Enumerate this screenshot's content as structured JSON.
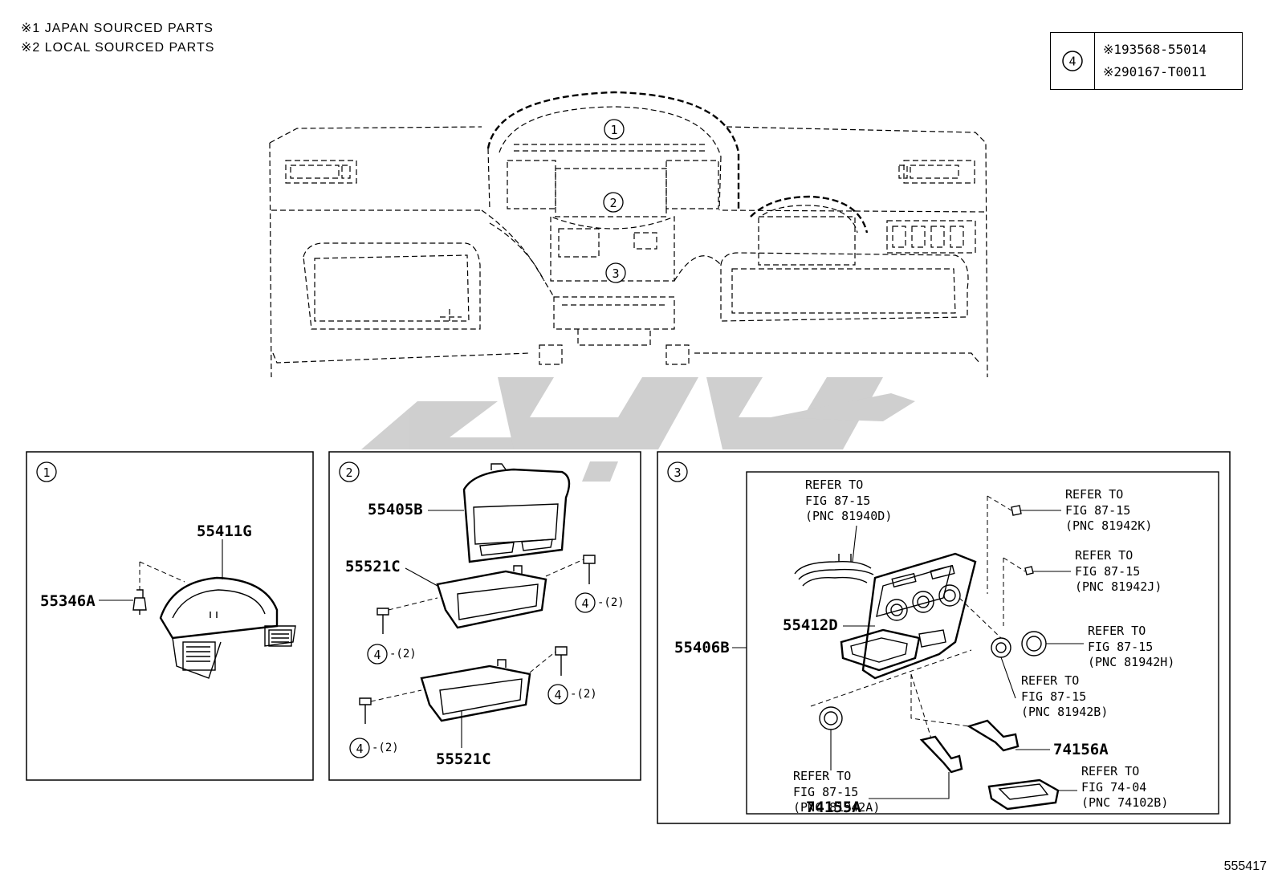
{
  "notes": [
    "※1 JAPAN SOURCED PARTS",
    "※2 LOCAL SOURCED PARTS"
  ],
  "legend": {
    "key": "4",
    "values": [
      "※193568-55014",
      "※290167-T0011"
    ]
  },
  "diagram_id": "555417",
  "callouts": {
    "c1": "1",
    "c2": "2",
    "c3": "3",
    "c4": "4"
  },
  "parts": {
    "p55411G": "55411G",
    "p55346A": "55346A",
    "p55405B": "55405B",
    "p55521C_a": "55521C",
    "p55521C_b": "55521C",
    "p55406B": "55406B",
    "p55412D": "55412D",
    "p74156A": "74156A",
    "p74155A": "74155A"
  },
  "qty": "-(2)",
  "refs": {
    "r81940D": [
      "REFER TO",
      "FIG 87-15",
      "(PNC 81940D)"
    ],
    "r81942K": [
      "REFER TO",
      "FIG 87-15",
      "(PNC 81942K)"
    ],
    "r81942J": [
      "REFER TO",
      "FIG 87-15",
      "(PNC 81942J)"
    ],
    "r81942H": [
      "REFER TO",
      "FIG 87-15",
      "(PNC 81942H)"
    ],
    "r81942B": [
      "REFER TO",
      "FIG 87-15",
      "(PNC 81942B)"
    ],
    "r81942A": [
      "REFER TO",
      "FIG 87-15",
      "(PNC 81942A)"
    ],
    "r74102B": [
      "REFER TO",
      "FIG 74-04",
      "(PNC 74102B)"
    ]
  }
}
